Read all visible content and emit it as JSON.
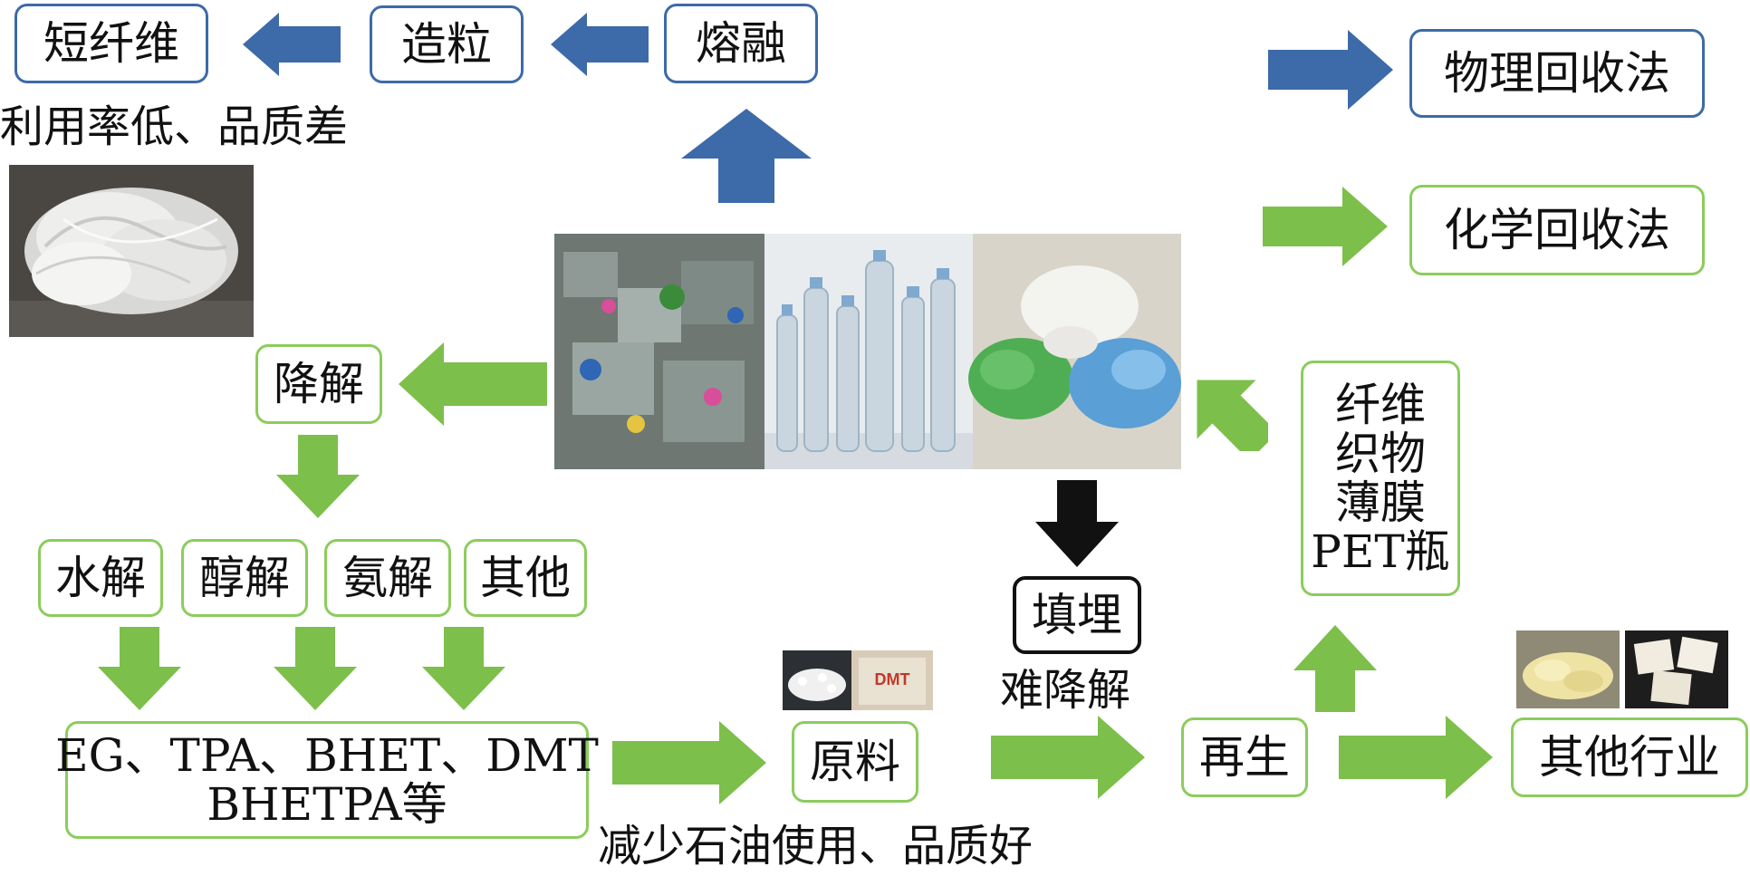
{
  "colors": {
    "physical_blue": "#3d6aa8",
    "chemical_green": "#7cbf4a",
    "landfill_black": "#111111"
  },
  "physical": {
    "short_fiber": "短纤维",
    "granulation": "造粒",
    "melting": "熔融",
    "note": "利用率低、品质差"
  },
  "chemical": {
    "degradation": "降解",
    "hydrolysis": "水解",
    "alcoholysis": "醇解",
    "ammonolysis": "氨解",
    "others": "其他",
    "products_line1": "EG、TPA、BHET、DMT",
    "products_line2": "BHETPA等",
    "raw_material": "原料",
    "raw_note": "减少石油使用、品质好"
  },
  "landfill": {
    "label": "填埋",
    "note": "难降解"
  },
  "recycle": {
    "regeneration": "再生",
    "uses": [
      "纤维",
      "织物",
      "薄膜",
      "PET瓶"
    ],
    "other_industry": "其他行业"
  },
  "legend": {
    "physical_method": "物理回收法",
    "chemical_method": "化学回收法"
  },
  "icons": {
    "fiber_photo": "white-fiber-pile-photo",
    "pet_photo": "pet-waste-bottles-flakes-photo",
    "raw_photo": "dmt-pellets-bag-photo",
    "industry_photo": "resin-pellets-blocks-photo"
  }
}
